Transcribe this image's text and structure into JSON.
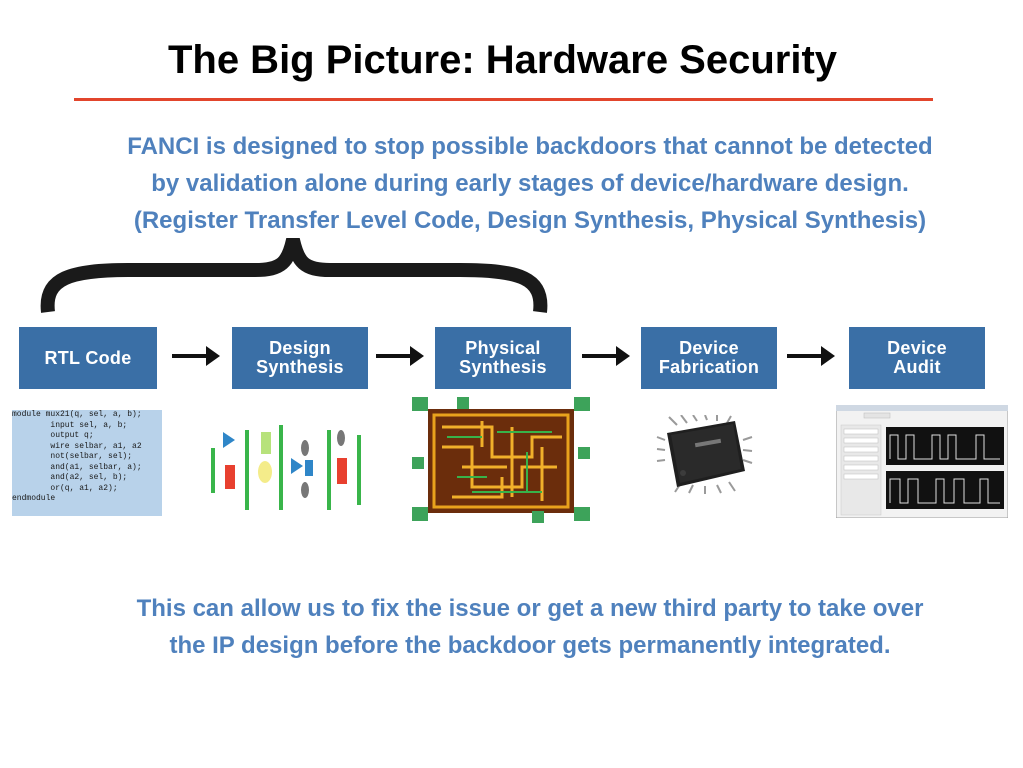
{
  "title": "The Big Picture: Hardware Security",
  "intro": {
    "lines": [
      "FANCI is designed to stop possible backdoors that cannot be detected",
      "by validation alone during early stages of device/hardware design.",
      "(Register Transfer Level Code, Design Synthesis, Physical Synthesis)"
    ]
  },
  "flow": {
    "steps": [
      {
        "label_lines": [
          "RTL Code"
        ]
      },
      {
        "label_lines": [
          "Design",
          "Synthesis"
        ]
      },
      {
        "label_lines": [
          "Physical",
          "Synthesis"
        ]
      },
      {
        "label_lines": [
          "Device",
          "Fabrication"
        ]
      },
      {
        "label_lines": [
          "Device",
          "Audit"
        ]
      }
    ]
  },
  "code_sample": {
    "lines": [
      "module mux21(q, sel, a, b);",
      "        input sel, a, b;",
      "        output q;",
      "        wire selbar, a1, a2",
      "",
      "        not(selbar, sel);",
      "        and(a1, selbar, a);",
      "        and(a2, sel, b);",
      "        or(q, a1, a2);",
      "endmodule"
    ]
  },
  "outro": {
    "lines": [
      "This can allow us to fix the issue or get a new third party to take over",
      "the IP design before the backdoor gets permanently integrated."
    ]
  },
  "colors": {
    "accent_text": "#4f81bd",
    "step_box": "#3a6fa6",
    "title_rule": "#e2452c"
  }
}
